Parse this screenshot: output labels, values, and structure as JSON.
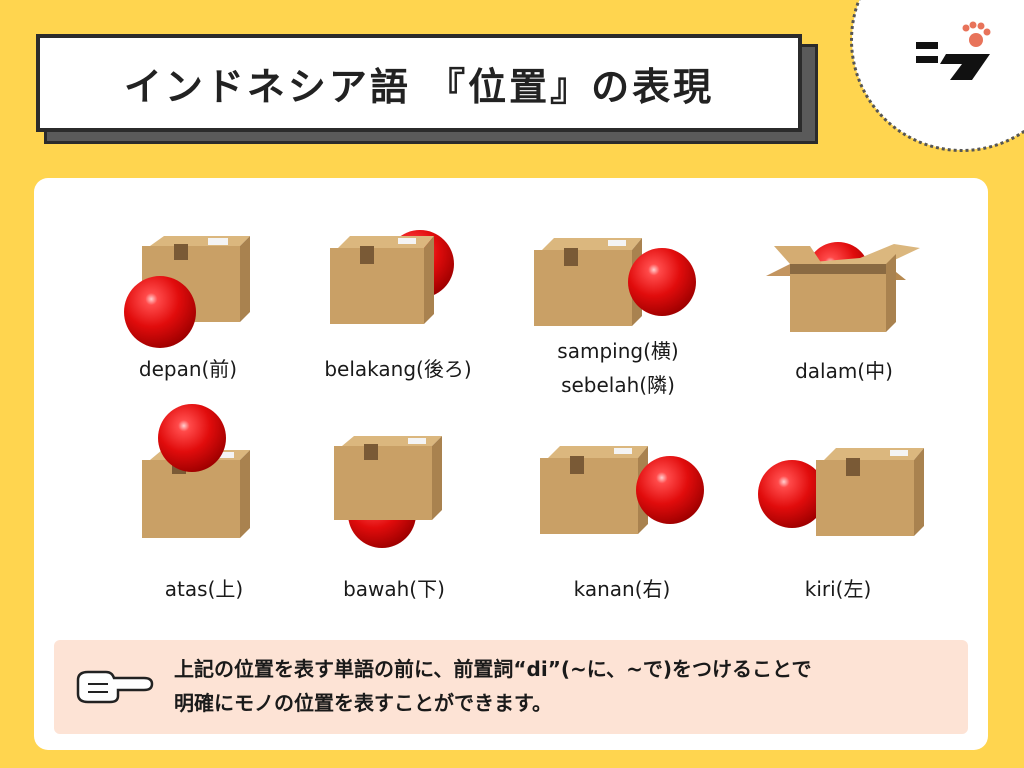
{
  "header": {
    "title": "インドネシア語 『位置』の表現"
  },
  "logo": {
    "icon": "paw-logo-icon",
    "accent": "#E8735A"
  },
  "colors": {
    "background": "#FFD54F",
    "ball": "#E01010",
    "box": "#C9A066",
    "note_bg": "#FDE3D5"
  },
  "positions": [
    {
      "label": "depan(前)"
    },
    {
      "label": "belakang(後ろ)"
    },
    {
      "label_line1": "samping(横)",
      "label_line2": "sebelah(隣)"
    },
    {
      "label": "dalam(中)"
    },
    {
      "label": "atas(上)"
    },
    {
      "label": "bawah(下)"
    },
    {
      "label": "kanan(右)"
    },
    {
      "label": "kiri(左)"
    }
  ],
  "note": {
    "line1": "上記の位置を表す単語の前に、前置詞“di”(~に、~で)をつけることで",
    "line2": "明確にモノの位置を表すことができます。"
  }
}
